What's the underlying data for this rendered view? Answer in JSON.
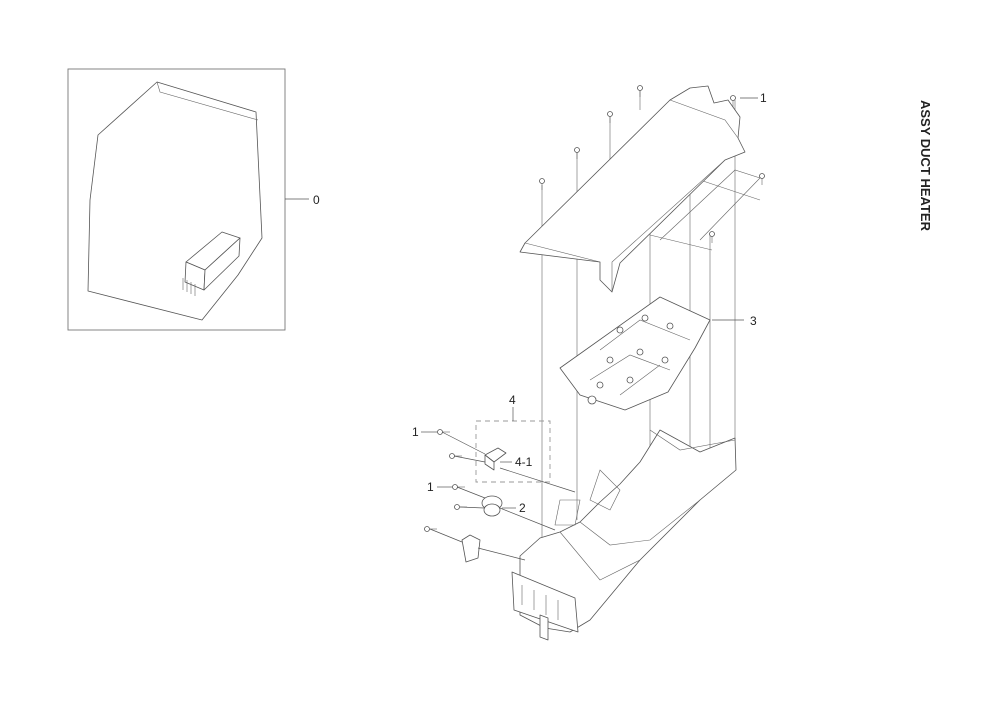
{
  "title": "ASSY DUCT HEATER",
  "callouts": {
    "c0": "0",
    "c1_top": "1",
    "c3": "3",
    "c4": "4",
    "c1_left_a": "1",
    "c4_1": "4-1",
    "c1_left_b": "1",
    "c2": "2"
  }
}
